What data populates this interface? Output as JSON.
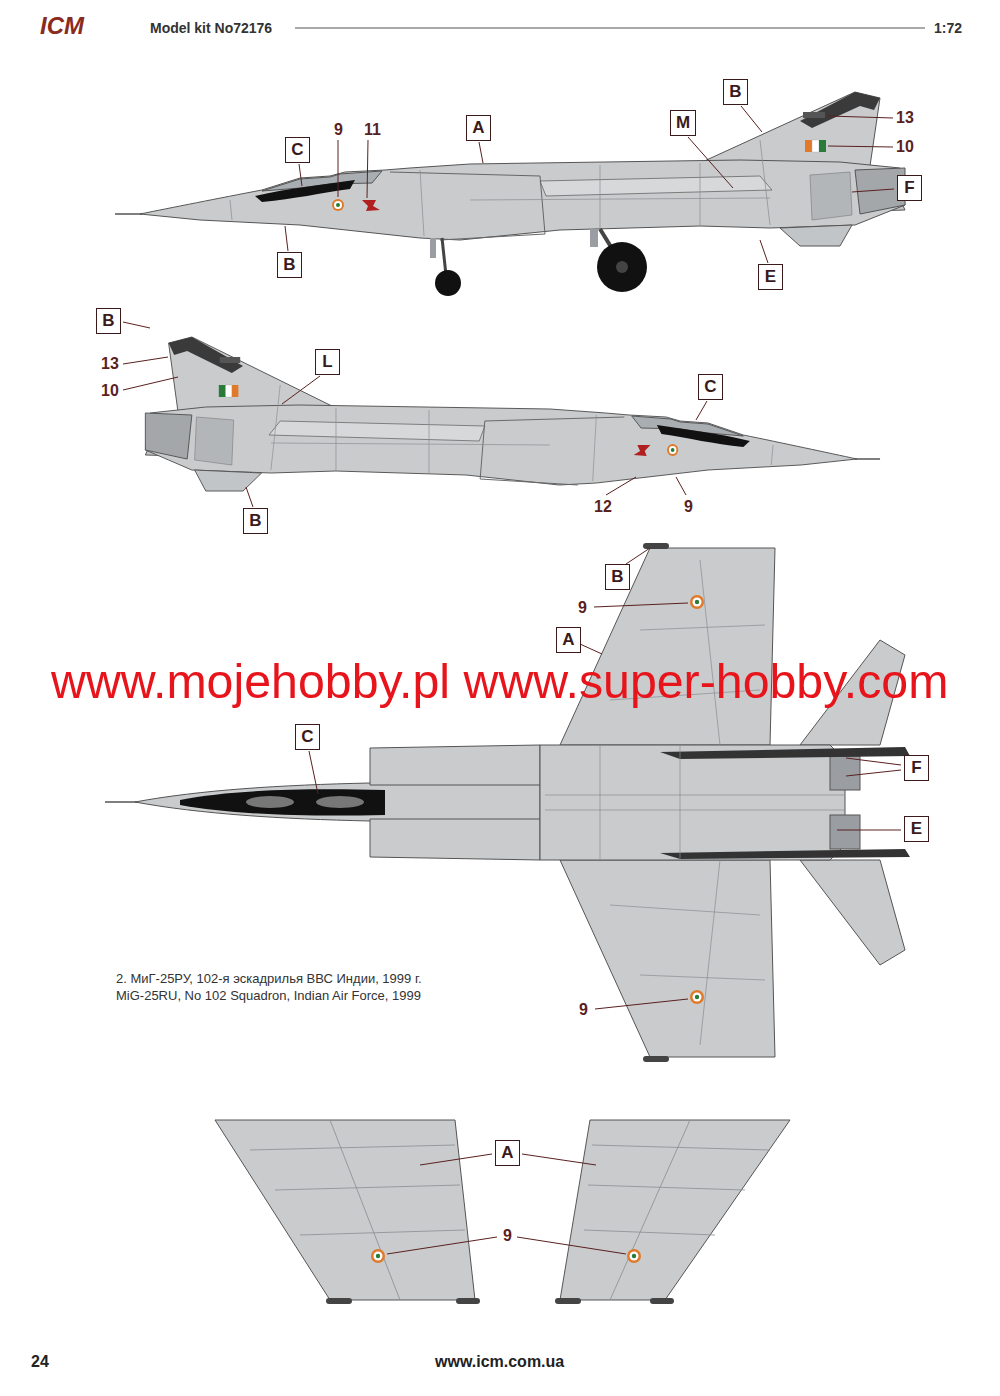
{
  "diagram": {
    "caption": "2. МиГ-25РУ, 102-я эскадрилья ВВС Индии, 1999 г.",
    "nodes": [
      {
        "text": [
          "B"
        ]
      },
      {
        "text": [
          "M"
        ]
      },
      {
        "text": [
          "A"
        ]
      },
      {
        "text": [
          "C"
        ]
      },
      {
        "text": [
          "F"
        ]
      },
      {
        "text": [
          "B"
        ]
      },
      {
        "text": [
          "E"
        ]
      },
      {
        "text": [
          "B"
        ]
      },
      {
        "text": [
          "L"
        ]
      },
      {
        "text": [
          "C"
        ]
      },
      {
        "text": [
          "B"
        ]
      },
      {
        "text": [
          "B"
        ]
      },
      {
        "text": [
          "A"
        ]
      },
      {
        "text": [
          "C"
        ]
      },
      {
        "text": [
          "F"
        ]
      },
      {
        "text": [
          "E"
        ]
      },
      {
        "text": [
          "A"
        ]
      }
    ],
    "labels": [
      "Model kit No72176",
      "1:72",
      "ICM",
      "13",
      "9",
      "11",
      "10",
      "13",
      "10",
      "12",
      "9",
      "9",
      "www.mojehobby.pl www.super-hobby.com",
      "9",
      "MiG-25RU, No 102 Squadron, Indian Air Force, 1999",
      "9",
      "24",
      "www.icm.com.ua"
    ]
  }
}
